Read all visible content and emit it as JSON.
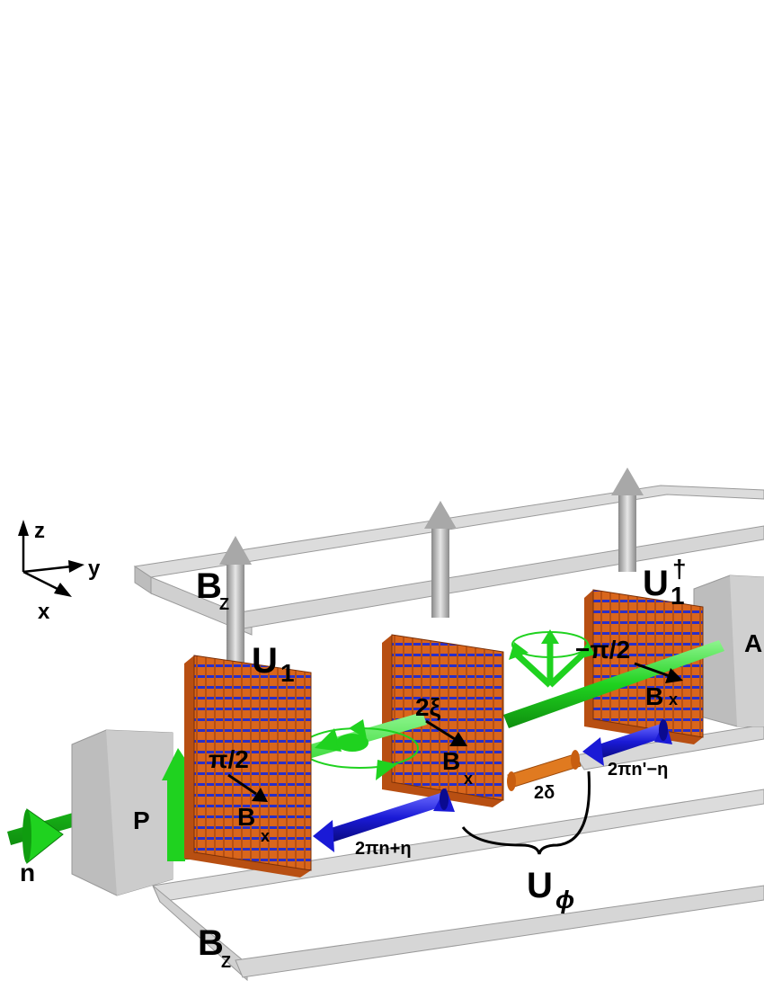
{
  "axes": {
    "z": "z",
    "y": "y",
    "x": "x"
  },
  "labels": {
    "bz_top": "B",
    "bz_top_sub": "Z",
    "bz_bottom": "B",
    "bz_bottom_sub": "Z",
    "neutron": "n",
    "polarizer": "P",
    "analyzer": "A",
    "u1": "U",
    "u1_sub": "1",
    "u1_dagger": "U",
    "u1_dagger_sup": "†",
    "u1_dagger_sub": "1",
    "pi_half": "π/2",
    "minus_pi_half": "−π/2",
    "two_xi": "2ξ",
    "bx_1": "B",
    "bx_1_sub": "x",
    "bx_2": "B",
    "bx_2_sub": "x",
    "bx_3": "B",
    "bx_3_sub": "x",
    "phase_left": "2πn+η",
    "phase_right": "2πn'−η",
    "two_delta": "2δ",
    "u_phi": "U",
    "u_phi_sub": "ϕ"
  },
  "colors": {
    "coil_orange": "#d9661c",
    "coil_stripe": "#2a2fc8",
    "spin_green": "#1fd21f",
    "phase_blue": "#1a1ad6",
    "delta_orange": "#e07a20",
    "frame_gray": "#d8d8d8",
    "box_gray": "#c8c8c8",
    "arrow_gray": "#b8b8b8"
  }
}
